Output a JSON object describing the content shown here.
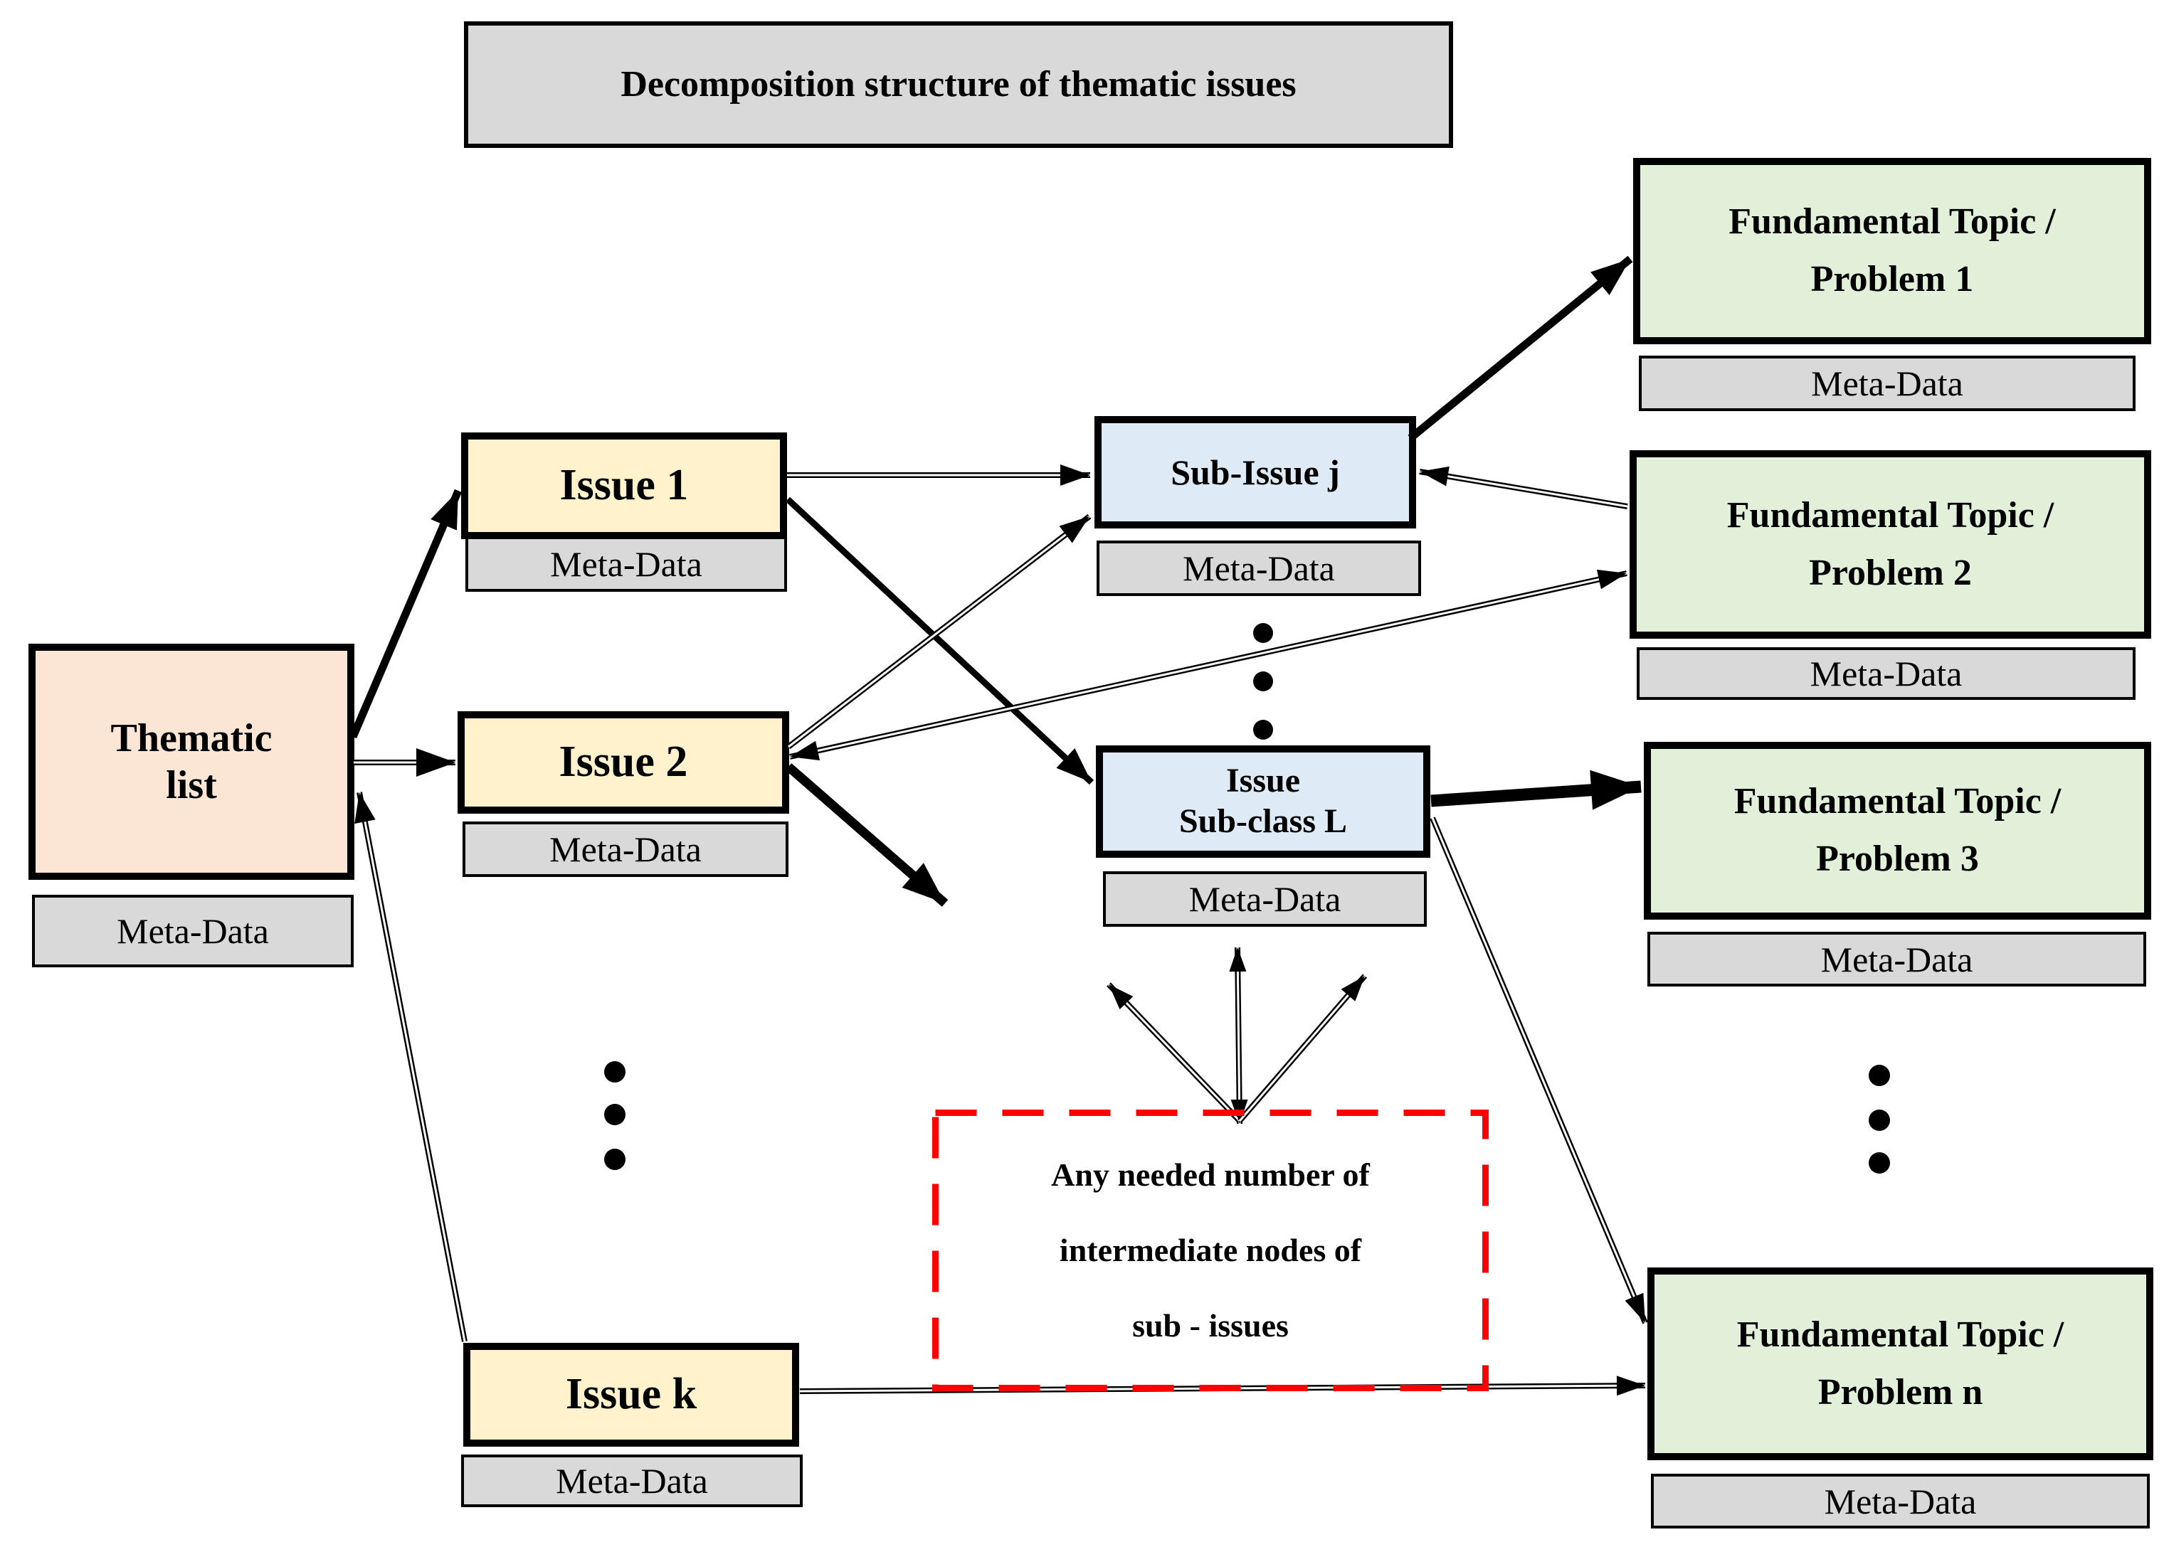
{
  "title": "Decomposition structure of thematic issues",
  "meta_label": "Meta-Data",
  "nodes": {
    "thematic": {
      "line1": "Thematic",
      "line2": "list"
    },
    "issue1": {
      "label": "Issue 1"
    },
    "issue2": {
      "label": "Issue 2"
    },
    "issuek": {
      "label": "Issue k"
    },
    "subissuej": {
      "label": "Sub-Issue j"
    },
    "subclassl": {
      "line1": "Issue",
      "line2": "Sub-class L"
    },
    "problem1": {
      "line1": "Fundamental Topic /",
      "line2": "Problem 1"
    },
    "problem2": {
      "line1": "Fundamental Topic /",
      "line2": "Problem 2"
    },
    "problem3": {
      "line1": "Fundamental Topic /",
      "line2": "Problem 3"
    },
    "problemn": {
      "line1": "Fundamental Topic /",
      "line2": "Problem n"
    }
  },
  "note": {
    "line1": "Any needed number of",
    "line2": "intermediate nodes of",
    "line3": "sub - issues"
  },
  "edges": [
    {
      "id": "thematic-issue1",
      "from": "thematic",
      "to": "issue1",
      "style": "thick"
    },
    {
      "id": "thematic-issue2",
      "from": "thematic",
      "to": "issue2",
      "style": "thin"
    },
    {
      "id": "issuek-thematic",
      "from": "issuek",
      "to": "thematic",
      "style": "thin"
    },
    {
      "id": "issue1-subissuej",
      "from": "issue1",
      "to": "subissuej",
      "style": "thin"
    },
    {
      "id": "issue1-subclassl",
      "from": "issue1",
      "to": "subclassl",
      "style": "thick"
    },
    {
      "id": "issue2-subissuej",
      "from": "issue2",
      "to": "subissuej",
      "style": "thin"
    },
    {
      "id": "issue2-problem2",
      "from": "issue2",
      "to": "problem2",
      "style": "thin-bidirectional"
    },
    {
      "id": "issue2-intermediate",
      "from": "issue2",
      "to": "intermediate-nodes-area",
      "style": "thick"
    },
    {
      "id": "problem2-subissuej",
      "from": "problem2",
      "to": "subissuej",
      "style": "thin"
    },
    {
      "id": "subissuej-problem1",
      "from": "subissuej",
      "to": "problem1",
      "style": "thick"
    },
    {
      "id": "subclassl-problem3",
      "from": "subclassl",
      "to": "problem3",
      "style": "extra-thick"
    },
    {
      "id": "subclassl-problemn",
      "from": "subclassl",
      "to": "problemn",
      "style": "thin"
    },
    {
      "id": "issuek-problemn",
      "from": "issuek",
      "to": "problemn",
      "style": "thin"
    },
    {
      "id": "note-subclassl-meta",
      "from": "intermediate-note",
      "to": "subclassl-meta",
      "style": "thin-bidirectional"
    },
    {
      "id": "note-upleft",
      "from": "intermediate-note",
      "to": "upper-left",
      "style": "thin"
    },
    {
      "id": "note-upright",
      "from": "intermediate-note",
      "to": "upper-right",
      "style": "thin"
    }
  ],
  "ellipses": [
    {
      "id": "left"
    },
    {
      "id": "middle"
    },
    {
      "id": "right"
    }
  ],
  "colors": {
    "thematic_fill": "#FBE5D5",
    "issue_fill": "#FFF2CC",
    "subissue_fill": "#DEEBF7",
    "topic_fill": "#E2EFD9",
    "meta_fill": "#D9D9D9",
    "title_fill": "#D9D9D9",
    "note_border": "#FF0000",
    "line": "#000000"
  }
}
